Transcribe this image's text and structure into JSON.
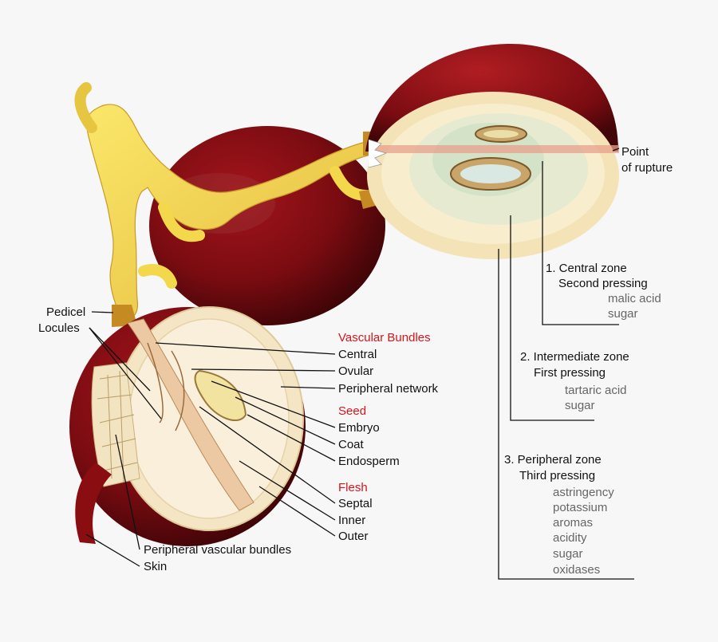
{
  "labels": {
    "pedicel": "Pedicel",
    "locules": "Locules",
    "vascular_bundles": "Vascular Bundles",
    "central": "Central",
    "ovular": "Ovular",
    "peripheral_network": "Peripheral network",
    "seed": "Seed",
    "embryo": "Embryo",
    "coat": "Coat",
    "endosperm": "Endosperm",
    "flesh": "Flesh",
    "septal": "Septal",
    "inner": "Inner",
    "outer": "Outer",
    "peripheral_vascular_bundles": "Peripheral vascular bundles",
    "skin": "Skin",
    "point": "Point",
    "of_rupture": "of rupture"
  },
  "zones": {
    "central": {
      "title": "1. Central zone",
      "pressing": "Second pressing",
      "items": [
        "malic acid",
        "sugar"
      ]
    },
    "intermediate": {
      "title": "2. Intermediate zone",
      "pressing": "First pressing",
      "items": [
        "tartaric acid",
        "sugar"
      ]
    },
    "peripheral": {
      "title": "3. Peripheral zone",
      "pressing": "Third pressing",
      "items": [
        "astringency",
        "potassium",
        "aromas",
        "acidity",
        "sugar",
        "oxidases"
      ]
    }
  },
  "colors": {
    "skin": "#6b0a0e",
    "stem": "#f2d84a",
    "flesh": "#f6ecd2",
    "inner_flesh": "#dde8cc",
    "accent_red": "#d5161d"
  }
}
